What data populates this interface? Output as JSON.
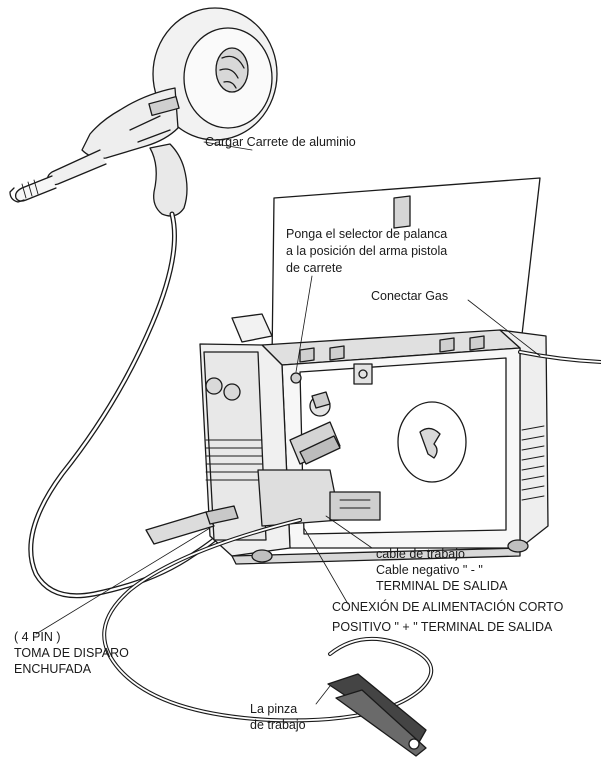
{
  "labels": {
    "spool_load": "Cargar Carrete de aluminio",
    "selector_line1": "Ponga el selector de palanca",
    "selector_line2": "a la posición del arma pistola",
    "selector_line3": "de carrete",
    "gas": "Conectar Gas",
    "work_cable_line1": "cable de trabajo",
    "work_cable_line2": "Cable negativo \" - \"",
    "work_cable_line3": "TERMINAL DE SALIDA",
    "power_line1": "CONEXIÓN DE ALIMENTACIÓN CORTO",
    "power_line2": "POSITIVO \" + \" TERMINAL DE SALIDA",
    "trigger_line1": "( 4 PIN )",
    "trigger_line2": "TOMA DE DISPARO",
    "trigger_line3": "ENCHUFADA",
    "clamp_line1": "La pinza",
    "clamp_line2": "de trabajo"
  },
  "colors": {
    "line": "#1a1a1a",
    "body_fill": "#f4f4f4",
    "panel_fill": "#e6e6e6",
    "shadow": "#bdbdbd"
  }
}
